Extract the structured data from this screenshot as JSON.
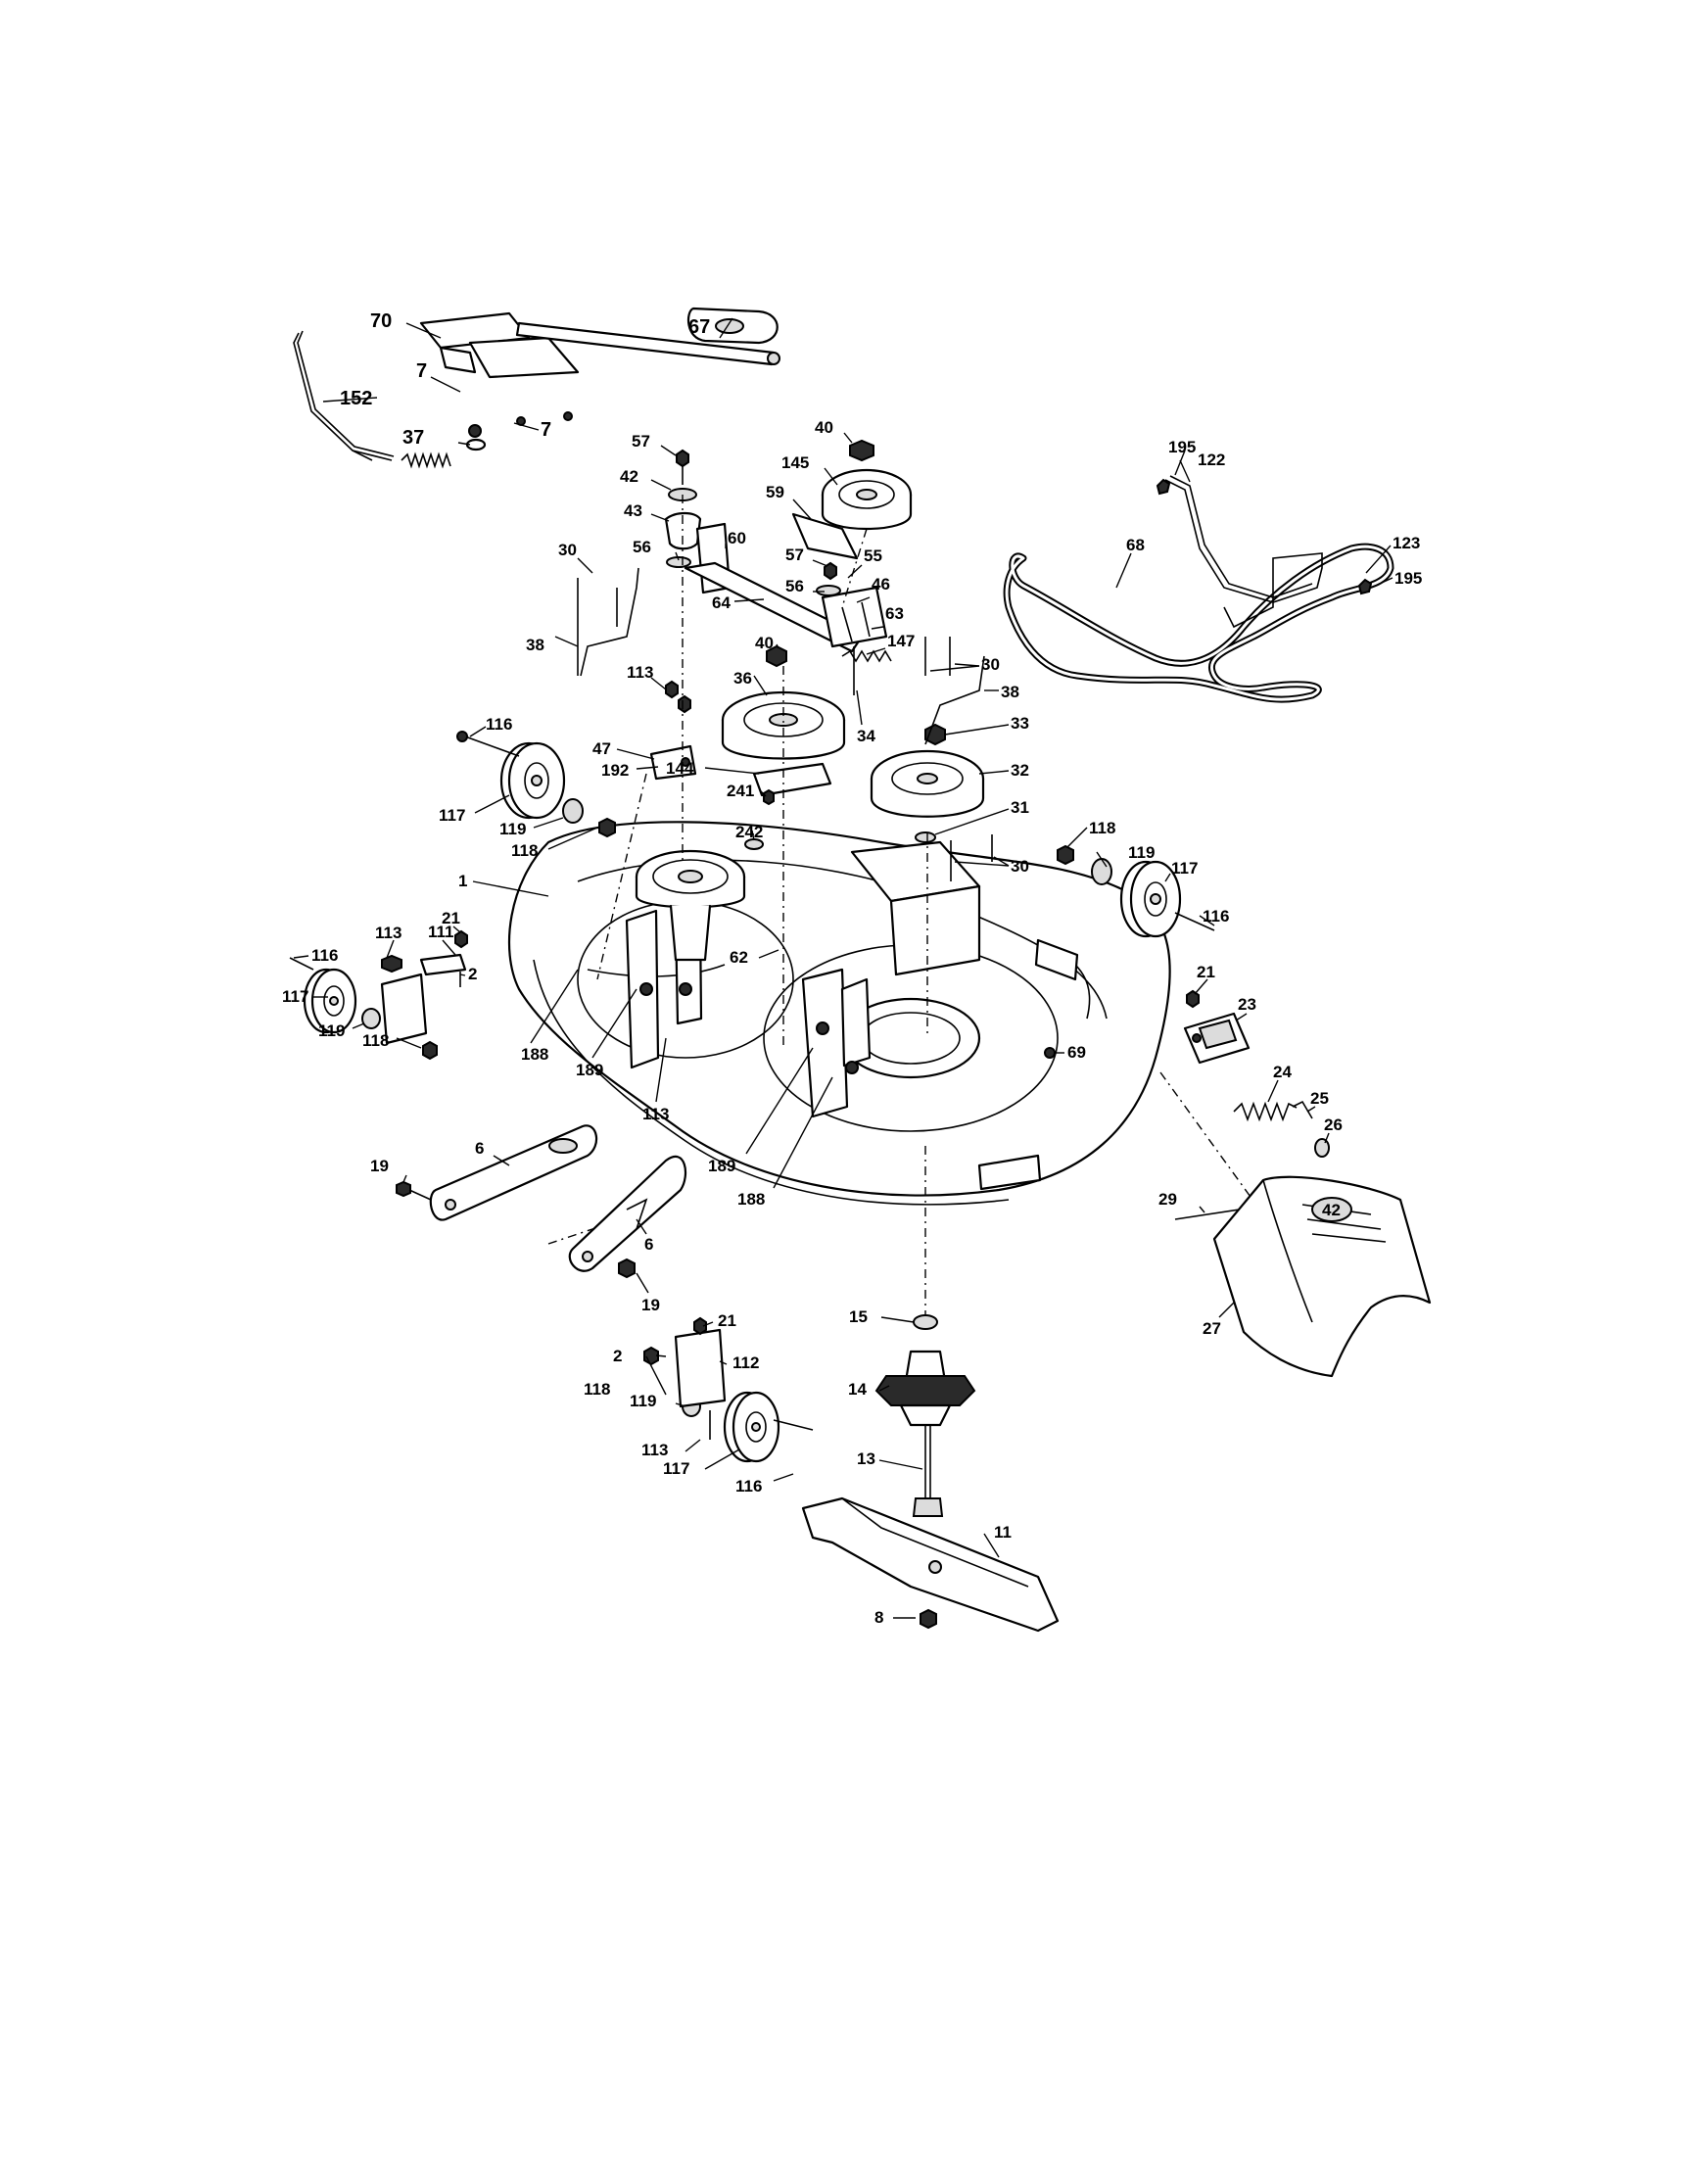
{
  "callouts": {
    "c70": "70",
    "c67": "67",
    "c7a": "7",
    "c7b": "7",
    "c152": "152",
    "c37": "37",
    "c57a": "57",
    "c42": "42",
    "c43": "43",
    "c56a": "56",
    "c60": "60",
    "c40a": "40",
    "c145": "145",
    "c59": "59",
    "c57b": "57",
    "c55": "55",
    "c56b": "56",
    "c46": "46",
    "c64": "64",
    "c63": "63",
    "c147": "147",
    "c30a": "30",
    "c38a": "38",
    "c40b": "40",
    "c30b": "30",
    "c38b": "38",
    "c113a": "113",
    "c36": "36",
    "c34": "34",
    "c33": "33",
    "c195a": "195",
    "c122": "122",
    "c68": "68",
    "c123": "123",
    "c195b": "195",
    "c116a": "116",
    "c47": "47",
    "c192": "192",
    "c144": "144",
    "c32": "32",
    "c241": "241",
    "c117a": "117",
    "c119a": "119",
    "c242": "242",
    "c31": "31",
    "c118a": "118",
    "c118b": "118",
    "c119b": "119",
    "c30c": "30",
    "c117b": "117",
    "c1": "1",
    "c116b": "116",
    "c21a": "21",
    "c113b": "113",
    "c111": "111",
    "c2a": "2",
    "c62": "62",
    "c117c": "117",
    "c119c": "119",
    "c118c": "118",
    "c188a": "188",
    "c189a": "189",
    "c113c": "113",
    "c69": "69",
    "c21b": "21",
    "c23": "23",
    "c24": "24",
    "c25": "25",
    "c26": "26",
    "c19a": "19",
    "c6a": "6",
    "c189b": "189",
    "c188b": "188",
    "c6b": "6",
    "c29": "29",
    "c19b": "19",
    "c27": "27",
    "c21c": "21",
    "c15": "15",
    "c2b": "2",
    "c112": "112",
    "c118d": "118",
    "c14": "14",
    "c119d": "119",
    "c113d": "113",
    "c13": "13",
    "c117d": "117",
    "c116c": "116",
    "c11": "11",
    "c8": "8"
  },
  "deck_emblem": "42"
}
